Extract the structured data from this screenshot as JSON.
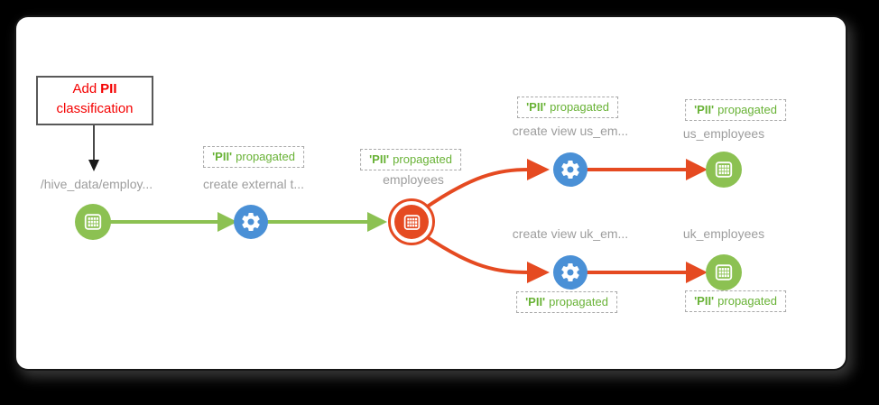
{
  "colors": {
    "page_bg": "#000000",
    "canvas_bg": "#ffffff",
    "green": "#8cc152",
    "orange": "#e54a21",
    "blue": "#4a90d6",
    "label_gray": "#9d9d9d",
    "pii_green": "#68b235",
    "annotation_red": "#f40000",
    "annotation_border": "#595959",
    "badge_dash": "#a9a9a9",
    "annotation_arrow": "#1a1a1a"
  },
  "annotation": {
    "prefix": "Add",
    "tag": "PII",
    "line2": "classification"
  },
  "badge": {
    "tag": "'PII'",
    "text": "propagated"
  },
  "nodes": {
    "hive_path": {
      "label": "/hive_data/employ...",
      "type": "dataset"
    },
    "create_external": {
      "label": "create external t...",
      "type": "process"
    },
    "employees": {
      "label": "employees",
      "type": "dataset-highlighted"
    },
    "create_view_us": {
      "label": "create view us_em...",
      "type": "process"
    },
    "us_employees": {
      "label": "us_employees",
      "type": "dataset"
    },
    "create_view_uk": {
      "label": "create view uk_em...",
      "type": "process"
    },
    "uk_employees": {
      "label": "uk_employees",
      "type": "dataset"
    }
  },
  "icons": {
    "dataset": "table-grid-icon",
    "process": "gear-icon"
  }
}
